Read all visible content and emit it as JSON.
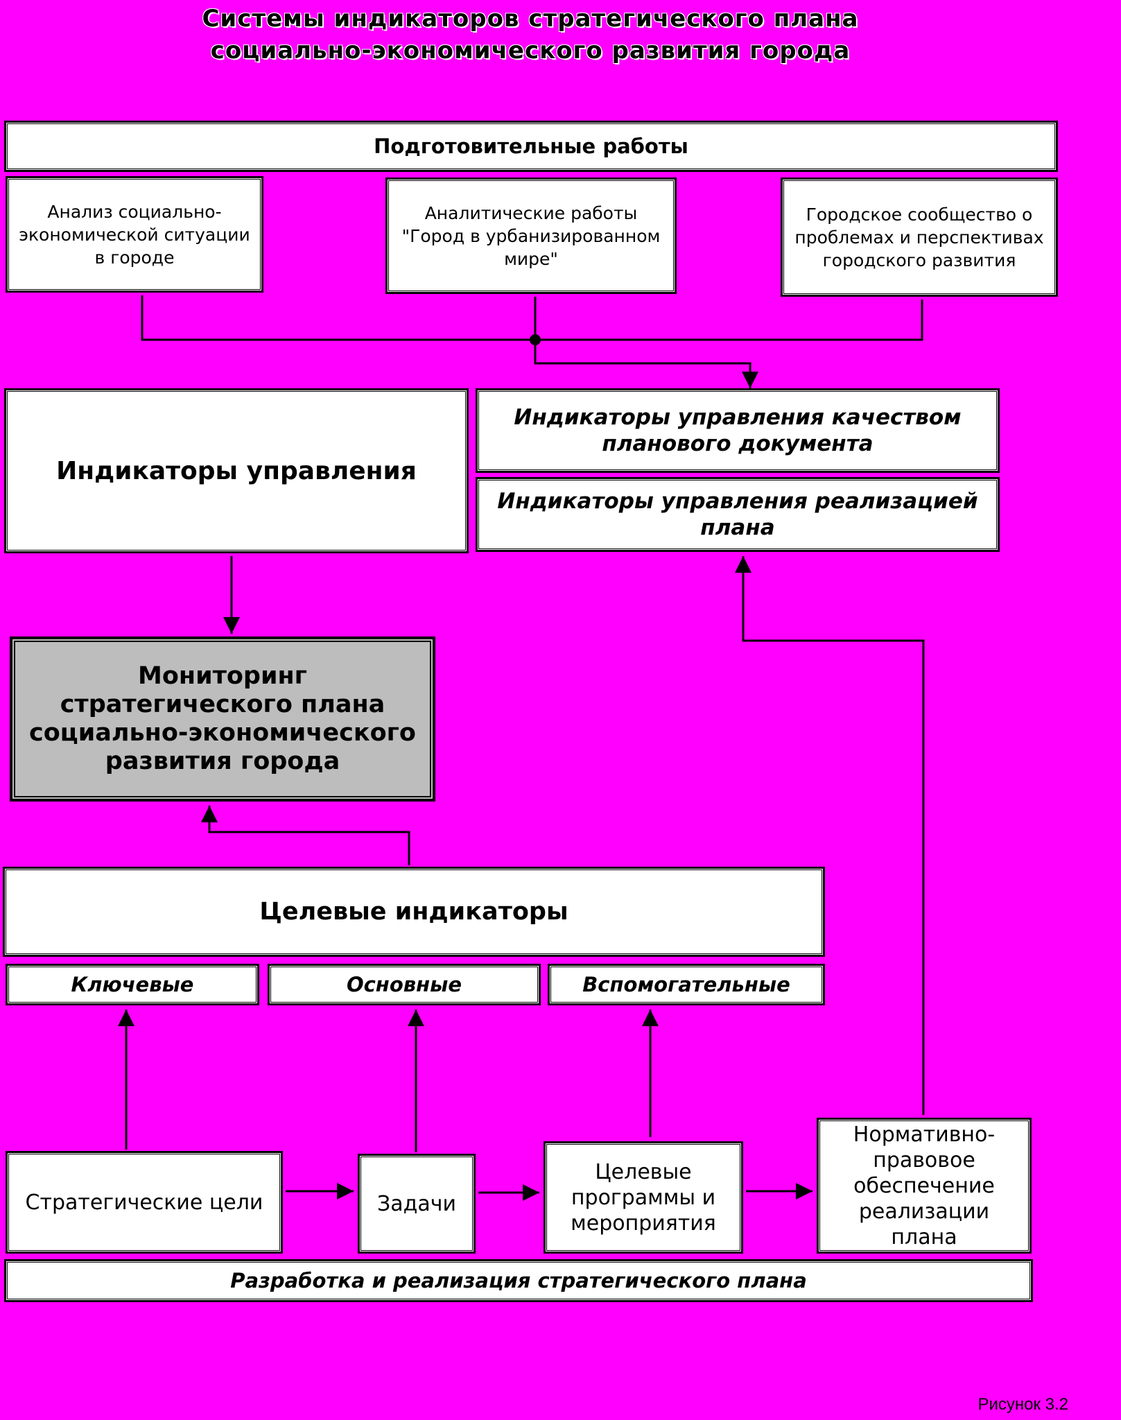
{
  "title": {
    "line1": "Системы индикаторов стратегического плана",
    "line2": "социально-экономического развития города"
  },
  "prep": {
    "header": "Подготовительные работы",
    "box1": "Анализ социально-экономической ситуации в городе",
    "box2": "Аналитические работы \"Город в урбанизированном мире\"",
    "box3": "Городское сообщество о проблемах и перспективах городского развития"
  },
  "management": {
    "main": "Индикаторы управления",
    "quality": "Индикаторы управления качеством планового документа",
    "implementation": "Индикаторы управления реализацией плана"
  },
  "monitoring": "Мониторинг стратегического плана социально-экономического развития города",
  "target": {
    "main": "Целевые индикаторы",
    "key": "Ключевые",
    "basic": "Основные",
    "auxiliary": "Вспомогательные"
  },
  "development": {
    "goals": "Стратегические цели",
    "tasks": "Задачи",
    "programs": "Целевые программы и мероприятия",
    "legal": "Нормативно-правовое обеспечение реализации плана",
    "footer": "Разработка и реализация стратегического плана"
  },
  "caption": "Рисунок 3.2",
  "colors": {
    "background": "#ff00ff",
    "monitoring_fill": "#bdbdbd"
  }
}
